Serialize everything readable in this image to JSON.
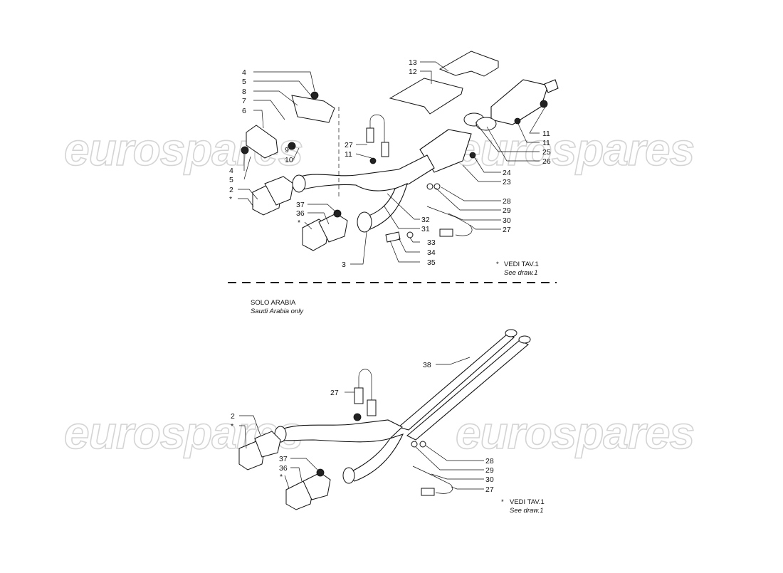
{
  "watermark": "eurospares",
  "upper": {
    "callouts_left": [
      "4",
      "5",
      "8",
      "7",
      "6",
      "9",
      "10",
      "4",
      "5",
      "2",
      "*",
      "37",
      "36",
      "*"
    ],
    "callouts_top": [
      "13",
      "12",
      "27",
      "11"
    ],
    "callouts_right": [
      "11",
      "11",
      "25",
      "26",
      "24",
      "23",
      "28",
      "29",
      "30",
      "27",
      "32",
      "31",
      "33",
      "34",
      "35",
      "3"
    ],
    "note_star": "*",
    "note_line1": "VEDI TAV.1",
    "note_line2": "See draw.1"
  },
  "lower": {
    "section_title": "SOLO ARABIA",
    "section_subtitle": "Saudi Arabia only",
    "callouts": [
      "38",
      "27",
      "2",
      "*",
      "37",
      "36",
      "*",
      "28",
      "29",
      "30",
      "27"
    ],
    "note_star": "*",
    "note_line1": "VEDI TAV.1",
    "note_line2": "See draw.1"
  }
}
